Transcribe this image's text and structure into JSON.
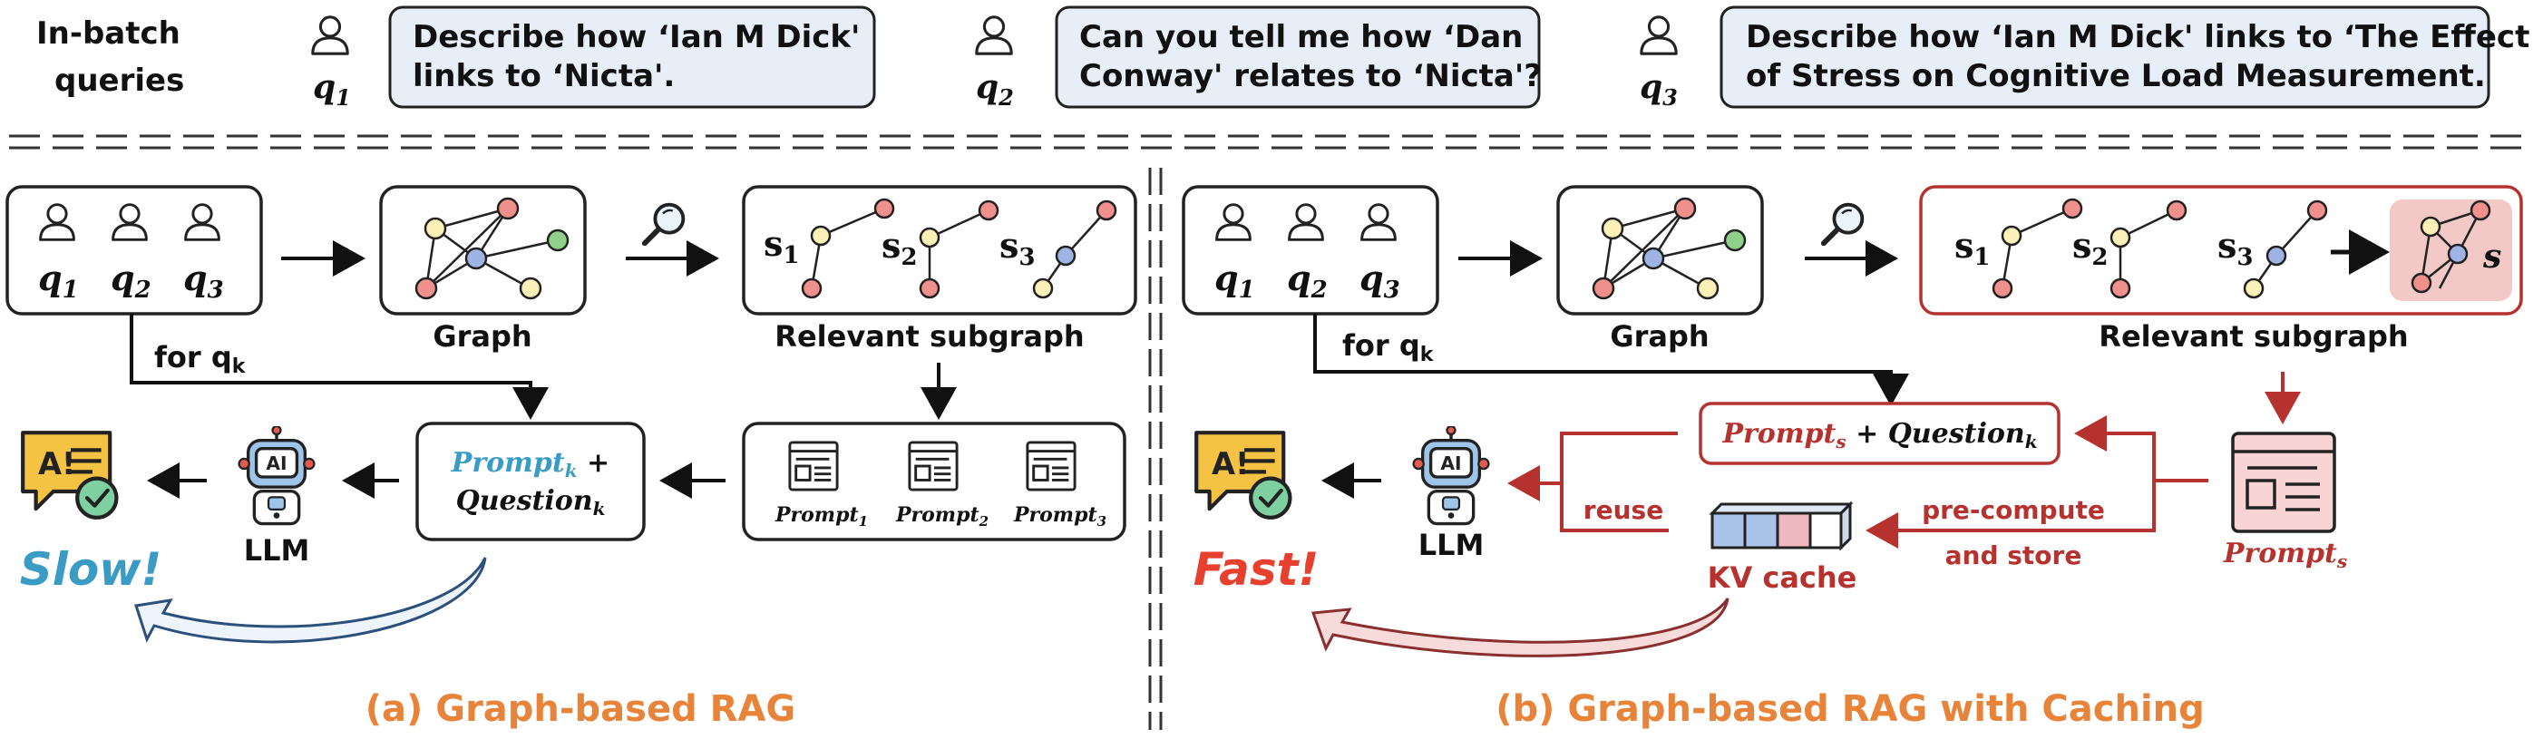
{
  "header": {
    "title_line1": "In-batch",
    "title_line2": "queries",
    "queries": [
      {
        "label": "q",
        "sub": "1",
        "line1": "Describe how ‘Ian M Dick'",
        "line2": "links to ‘Nicta'."
      },
      {
        "label": "q",
        "sub": "2",
        "line1": "Can you tell me how ‘Dan",
        "line2": "Conway' relates to ‘Nicta'?"
      },
      {
        "label": "q",
        "sub": "3",
        "line1": "Describe how ‘Ian M Dick' links to ‘The Effect",
        "line2": "of Stress on Cognitive Load Measurement."
      }
    ]
  },
  "panel_a": {
    "caption": "(a) Graph-based RAG",
    "graph_label": "Graph",
    "subgraph_label": "Relevant subgraph",
    "for_label": "for q",
    "for_sub": "k",
    "llm_label": "LLM",
    "speed_label": "Slow!",
    "prompt_main": "Prompt",
    "prompt_sub": "k",
    "plus": " +",
    "question_main": "Question",
    "question_sub": "k",
    "prompts": [
      {
        "main": "Prompt",
        "sub": "1"
      },
      {
        "main": "Prompt",
        "sub": "2"
      },
      {
        "main": "Prompt",
        "sub": "3"
      }
    ],
    "subgraph_names": [
      {
        "main": "s",
        "sub": "1"
      },
      {
        "main": "s",
        "sub": "2"
      },
      {
        "main": "s",
        "sub": "3"
      }
    ]
  },
  "panel_b": {
    "caption": "(b) Graph-based RAG with Caching",
    "graph_label": "Graph",
    "subgraph_label": "Relevant subgraph",
    "for_label": "for q",
    "for_sub": "k",
    "llm_label": "LLM",
    "speed_label": "Fast!",
    "prompt_main": "Prompt",
    "prompt_sub": "s",
    "plus": " + ",
    "question_main": "Question",
    "question_sub": "k",
    "merged_name": "s",
    "reuse_label": "reuse",
    "precompute_line1": "pre-compute",
    "precompute_line2": "and store",
    "kv_label": "KV cache",
    "prompt_s_main": "Prompt",
    "prompt_s_sub": "s",
    "subgraph_names": [
      {
        "main": "s",
        "sub": "1"
      },
      {
        "main": "s",
        "sub": "2"
      },
      {
        "main": "s",
        "sub": "3"
      }
    ]
  },
  "colors": {
    "query_box": "#e8eef8",
    "node_yellow": "#fbf0b8",
    "node_red": "#f0908c",
    "node_blue": "#9fb4e4",
    "node_green": "#8fd08a",
    "accent_red": "#b5322f",
    "slow_blue": "#3a9cc4",
    "fast_red": "#e8402f",
    "caption_orange": "#e8843a",
    "kv_blue": "#a9c4e8",
    "kv_pink": "#efb8c0"
  },
  "icons": [
    "user-icon",
    "magnifier-icon",
    "graph-icon",
    "document-icon",
    "robot-icon",
    "chat-check-icon",
    "kv-cache-icon"
  ]
}
